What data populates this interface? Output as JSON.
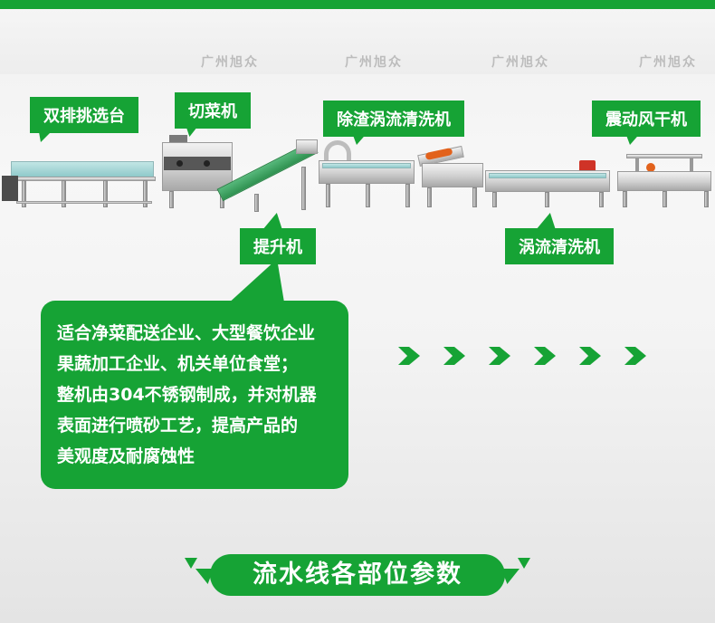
{
  "colors": {
    "brand_green": "#16a335",
    "belt_teal": "#9ad2d3",
    "belt_green": "#3aa25f",
    "accent_orange": "#e2621c",
    "accent_red": "#cf3327",
    "watermark_gray": "#bcbcbc"
  },
  "watermarks": [
    "广州旭众",
    "广州旭众",
    "广州旭众",
    "广州旭众"
  ],
  "machine_labels": {
    "selection_table": "双排挑选台",
    "cutter": "切菜机",
    "slag_vortex_washer": "除渣涡流清洗机",
    "vibration_dryer": "震动风干机",
    "elevator": "提升机",
    "vortex_washer": "涡流清洗机"
  },
  "description_bubble": {
    "lines": [
      "适合净菜配送企业、大型餐饮企业",
      "果蔬加工企业、机关单位食堂；",
      "整机由304不锈钢制成，并对机器",
      "表面进行喷砂工艺，提高产品的",
      "美观度及耐腐蚀性"
    ]
  },
  "bottom_banner": {
    "title": "流水线各部位参数"
  },
  "icons": {
    "chevron_right": "➤",
    "triangle_down": "▼"
  }
}
